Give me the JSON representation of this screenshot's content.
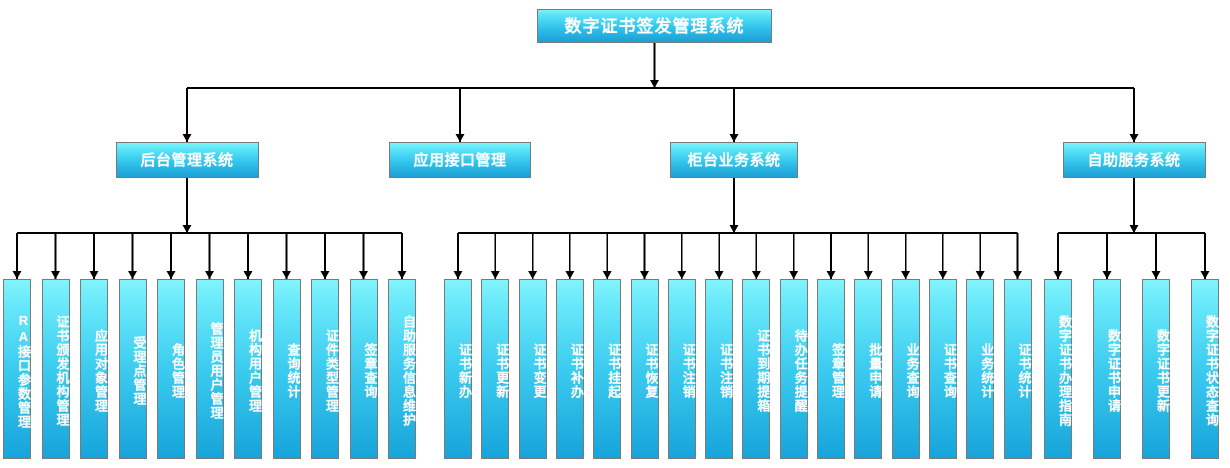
{
  "diagram": {
    "type": "org-tree",
    "title": "数字证书签发管理系统",
    "root": {
      "label": "数字证书签发管理系统"
    },
    "branches": [
      {
        "label": "后台管理系统",
        "leaves": [
          "RA接口参数管理",
          "证书颁发机构管理",
          "应用对象管理",
          "受理点管理",
          "角色管理",
          "管理员用户管理",
          "机构用户管理",
          "查询统计",
          "证件类型管理",
          "签章查询",
          "自助服务信息维护"
        ]
      },
      {
        "label": "应用接口管理",
        "leaves": []
      },
      {
        "label": "柜台业务系统",
        "leaves": [
          "证书新办",
          "证书更新",
          "证书变更",
          "证书补办",
          "证书挂起",
          "证书恢复",
          "证书注销",
          "证书注销",
          "证书到期提箱",
          "待办任务提醒",
          "签章管理",
          "批量申请",
          "业务查询",
          "证书查询",
          "业务统计",
          "证书统计"
        ]
      },
      {
        "label": "自助服务系统",
        "leaves": [
          "数字证书办理指南",
          "数字证书申请",
          "数字证书更新",
          "数字证书状态查询"
        ]
      }
    ],
    "colors": {
      "node_top": "#7cf3fb",
      "node_bottom": "#1aa6dc",
      "node_border": "#7a7a7a",
      "text": "#ffffff",
      "connector": "#000000",
      "background": "#ffffff"
    }
  }
}
